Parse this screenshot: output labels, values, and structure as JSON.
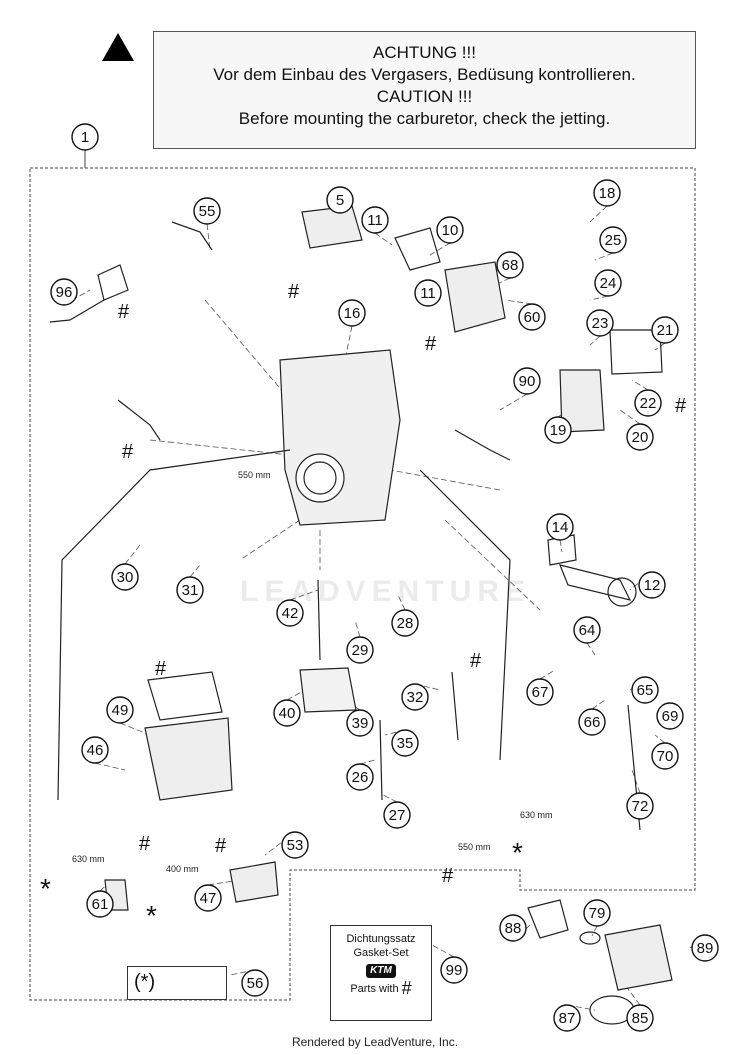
{
  "caution": {
    "line1": "ACHTUNG !!!",
    "line2": "Vor dem Einbau des Vergasers, Bedüsung kontrollieren.",
    "line3": "CAUTION !!!",
    "line4": "Before mounting the carburetor, check the jetting."
  },
  "callouts": [
    {
      "id": "c1",
      "label": "1"
    },
    {
      "id": "c5",
      "label": "5"
    },
    {
      "id": "c10",
      "label": "10"
    },
    {
      "id": "c11a",
      "label": "11"
    },
    {
      "id": "c11b",
      "label": "11"
    },
    {
      "id": "c12",
      "label": "12"
    },
    {
      "id": "c14",
      "label": "14"
    },
    {
      "id": "c16",
      "label": "16"
    },
    {
      "id": "c18",
      "label": "18"
    },
    {
      "id": "c19",
      "label": "19"
    },
    {
      "id": "c20",
      "label": "20"
    },
    {
      "id": "c21",
      "label": "21"
    },
    {
      "id": "c22",
      "label": "22"
    },
    {
      "id": "c23",
      "label": "23"
    },
    {
      "id": "c24",
      "label": "24"
    },
    {
      "id": "c25",
      "label": "25"
    },
    {
      "id": "c26",
      "label": "26"
    },
    {
      "id": "c27",
      "label": "27"
    },
    {
      "id": "c28",
      "label": "28"
    },
    {
      "id": "c29",
      "label": "29"
    },
    {
      "id": "c30",
      "label": "30"
    },
    {
      "id": "c31",
      "label": "31"
    },
    {
      "id": "c32",
      "label": "32"
    },
    {
      "id": "c35",
      "label": "35"
    },
    {
      "id": "c39",
      "label": "39"
    },
    {
      "id": "c40",
      "label": "40"
    },
    {
      "id": "c42",
      "label": "42"
    },
    {
      "id": "c46",
      "label": "46"
    },
    {
      "id": "c47",
      "label": "47"
    },
    {
      "id": "c49",
      "label": "49"
    },
    {
      "id": "c53",
      "label": "53"
    },
    {
      "id": "c55",
      "label": "55"
    },
    {
      "id": "c56",
      "label": "56"
    },
    {
      "id": "c60",
      "label": "60"
    },
    {
      "id": "c61",
      "label": "61"
    },
    {
      "id": "c64",
      "label": "64"
    },
    {
      "id": "c65",
      "label": "65"
    },
    {
      "id": "c66",
      "label": "66"
    },
    {
      "id": "c67",
      "label": "67"
    },
    {
      "id": "c68",
      "label": "68"
    },
    {
      "id": "c69",
      "label": "69"
    },
    {
      "id": "c70",
      "label": "70"
    },
    {
      "id": "c72",
      "label": "72"
    },
    {
      "id": "c79",
      "label": "79"
    },
    {
      "id": "c85",
      "label": "85"
    },
    {
      "id": "c87",
      "label": "87"
    },
    {
      "id": "c88",
      "label": "88"
    },
    {
      "id": "c89",
      "label": "89"
    },
    {
      "id": "c90",
      "label": "90"
    },
    {
      "id": "c96",
      "label": "96"
    },
    {
      "id": "c99",
      "label": "99"
    }
  ],
  "hash_marks": [
    "#",
    "#",
    "#",
    "#",
    "#",
    "#",
    "#",
    "#",
    "#",
    "#",
    "#"
  ],
  "dimensions": {
    "d550a": "550 mm",
    "d630a": "630 mm",
    "d400": "400 mm",
    "d630b": "630 mm",
    "d550b": "550 mm"
  },
  "star_marks": [
    "*",
    "*",
    "*"
  ],
  "gasket_set": {
    "line1": "Dichtungssatz",
    "line2": "Gasket-Set",
    "brand": "KTM",
    "line3": "Parts with",
    "hash": "#"
  },
  "star_box": {
    "text": "(*)"
  },
  "watermark": "LEADVENTURE",
  "footer": "Rendered by LeadVenture, Inc."
}
